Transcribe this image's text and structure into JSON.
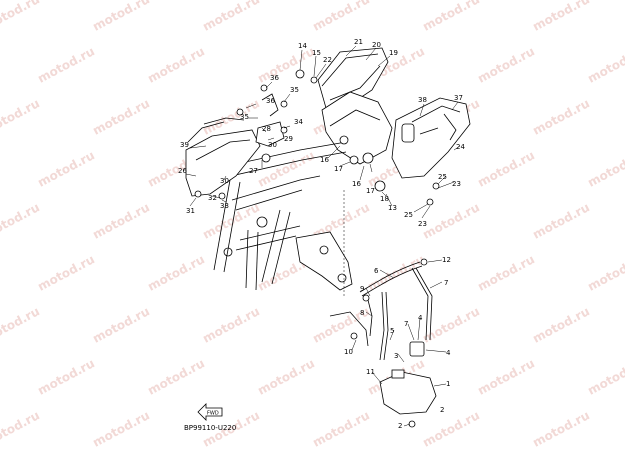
{
  "diagram": {
    "code": "BP99110-U220",
    "watermark": "motod.ru",
    "fwd_label": "FWD",
    "callouts": [
      "21",
      "20",
      "19",
      "14",
      "15",
      "22",
      "36",
      "35",
      "36",
      "35",
      "34",
      "28",
      "29",
      "30",
      "39",
      "26",
      "27",
      "30",
      "32",
      "31",
      "33",
      "16",
      "17",
      "16",
      "17",
      "18",
      "13",
      "38",
      "37",
      "24",
      "25",
      "23",
      "25",
      "23",
      "12",
      "6",
      "7",
      "9",
      "8",
      "7",
      "5",
      "4",
      "10",
      "4",
      "3",
      "11",
      "2",
      "1",
      "2"
    ]
  }
}
